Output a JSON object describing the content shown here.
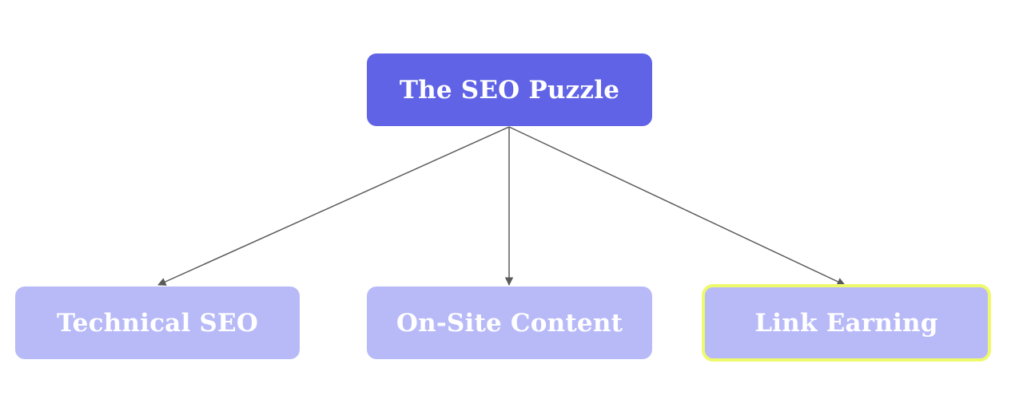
{
  "diagram": {
    "root": {
      "label": "The SEO Puzzle"
    },
    "children": [
      {
        "id": "tech",
        "label": "Technical SEO",
        "highlighted": false
      },
      {
        "id": "onsite",
        "label": "On-Site Content",
        "highlighted": false
      },
      {
        "id": "link",
        "label": "Link Earning",
        "highlighted": true
      }
    ],
    "colors": {
      "root_fill": "#6063e6",
      "child_fill": "#b8baf8",
      "highlight_border": "#eef96b",
      "edge": "#5a5a5a",
      "text": "#ffffff"
    }
  }
}
